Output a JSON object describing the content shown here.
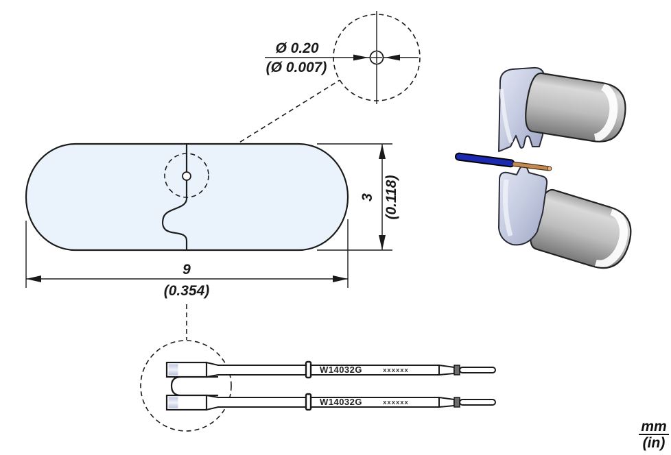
{
  "drawing": {
    "detail_callout": {
      "diameter_mm": "Ø 0.20",
      "diameter_in": "(Ø 0.007)"
    },
    "front_view": {
      "height_mm": "3",
      "height_in": "(0.118)",
      "width_mm": "9",
      "width_in": "(0.354)"
    },
    "cartridges": [
      {
        "part_number": "W14032G",
        "serial_mask": "xxxxxx"
      },
      {
        "part_number": "W14032G",
        "serial_mask": "xxxxxx"
      }
    ],
    "units_note": {
      "metric": "mm",
      "imperial": "(in)"
    },
    "colors": {
      "drawing_fill": "#eaf3fb",
      "line": "#1a1a1a",
      "blade_accent": "#c7cde2",
      "metal_gray": "#bdbdbd",
      "wire_insulation_blue": "#1b2ab0",
      "wire_conductor_copper": "#bf8a55"
    }
  }
}
